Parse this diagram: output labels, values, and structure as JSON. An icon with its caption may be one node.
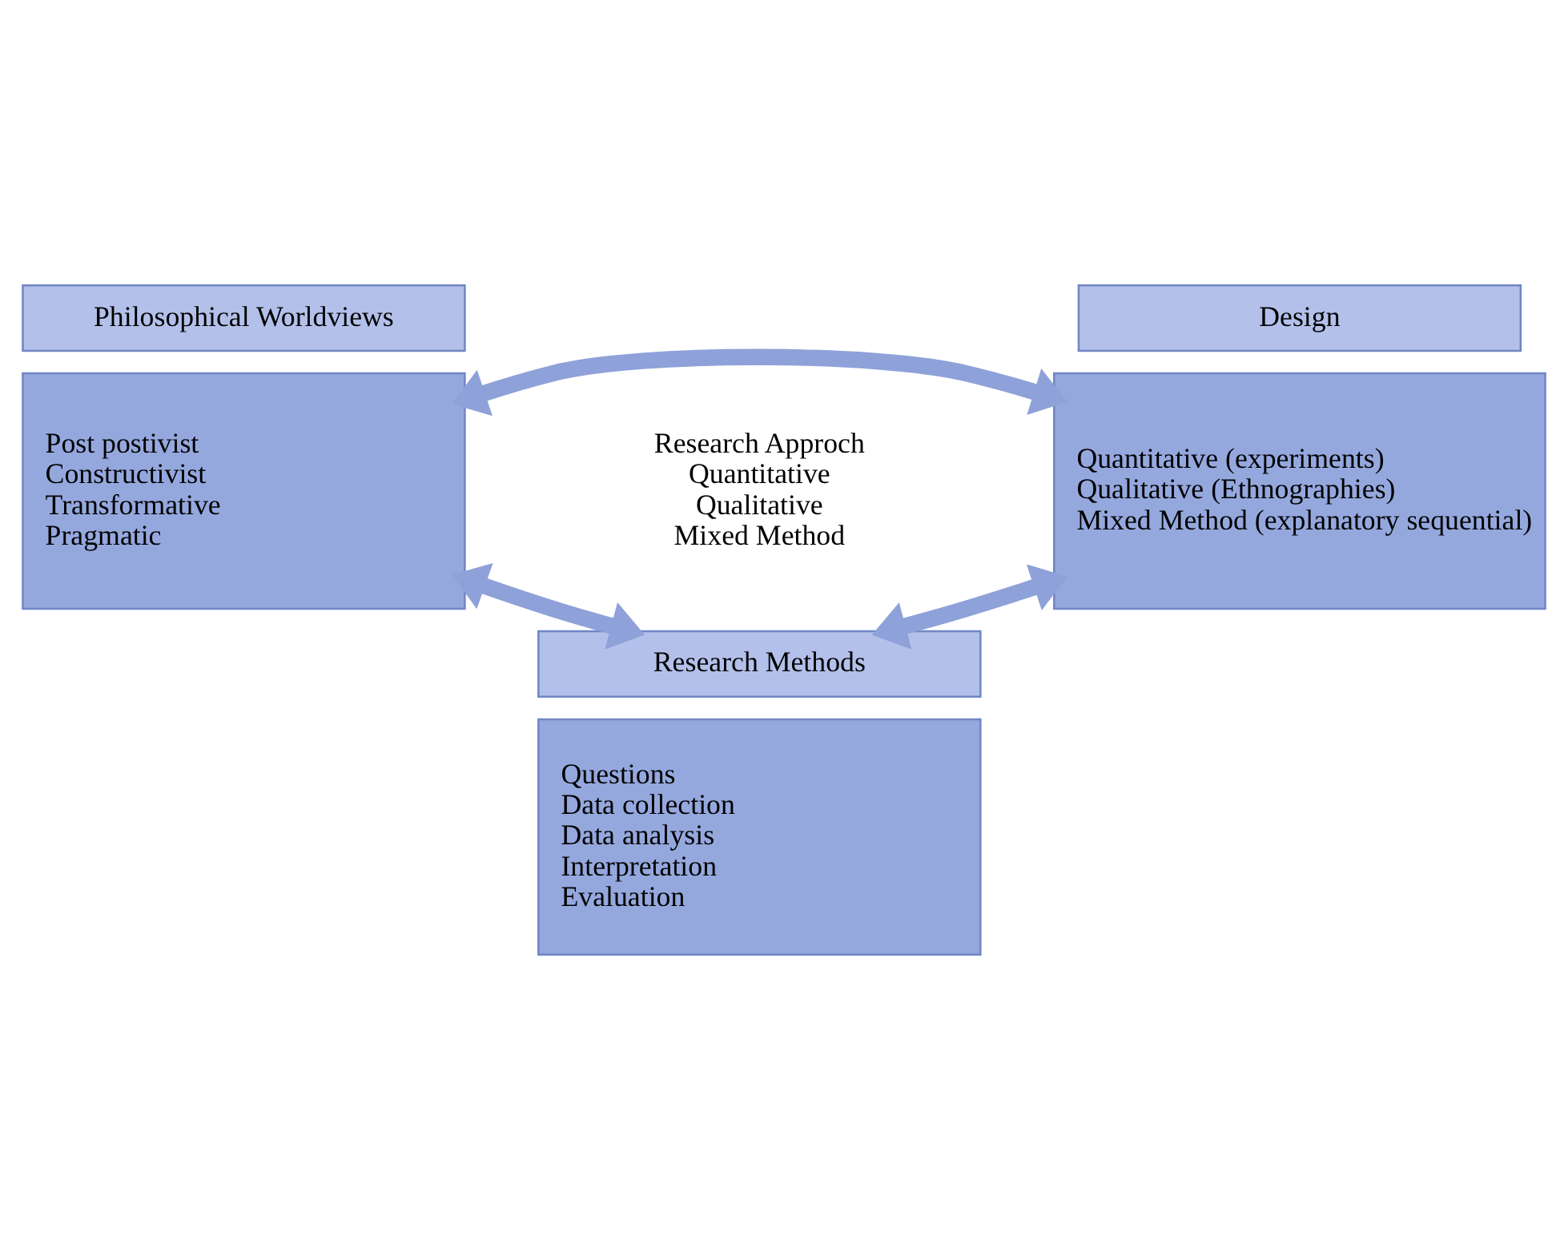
{
  "diagram": {
    "nodes": [
      {
        "text": [
          "Philosophical Worldviews"
        ]
      },
      {
        "text": [
          "Post postivist",
          "Constructivist",
          "Transformative",
          "Pragmatic"
        ]
      },
      {
        "text": [
          "Design"
        ]
      },
      {
        "text": [
          "Quantitative (experiments)",
          "Qualitative (Ethnographies)",
          "Mixed Method (explanatory sequential)"
        ]
      },
      {
        "text": [
          "Research Methods"
        ]
      },
      {
        "text": [
          "Questions",
          "Data collection",
          "Data analysis",
          "Interpretation",
          "Evaluation"
        ]
      }
    ],
    "edges": [
      {
        "from": 1,
        "to": 3,
        "arrow": "both"
      },
      {
        "from": 1,
        "to": 4,
        "arrow": "both"
      },
      {
        "from": 3,
        "to": 4,
        "arrow": "both"
      }
    ],
    "labels": [
      "Research Approch",
      "Quantitative",
      "Qualitative",
      "Mixed Method"
    ]
  }
}
